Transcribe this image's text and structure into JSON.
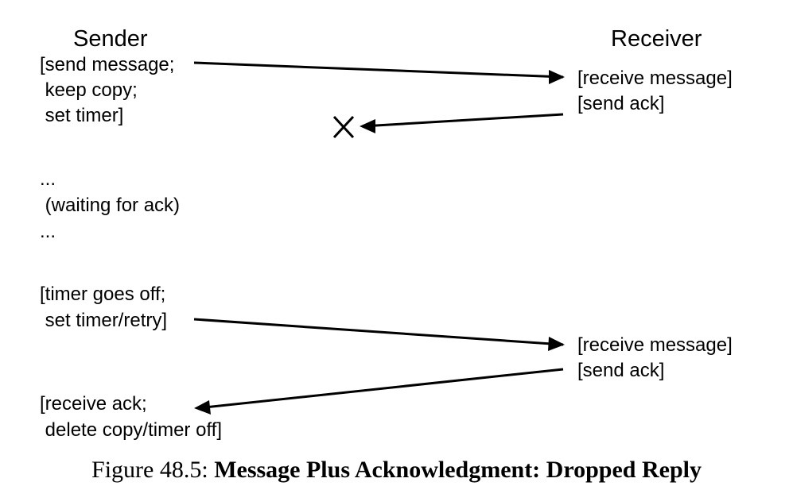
{
  "headers": {
    "sender": "Sender",
    "receiver": "Receiver"
  },
  "sender": {
    "send_block": [
      "[send message;",
      " keep copy;",
      " set timer]"
    ],
    "waiting_block": [
      "...",
      " (waiting for ack)",
      "..."
    ],
    "retry_block": [
      "[timer goes off;",
      " set timer/retry]"
    ],
    "receive_block": [
      "[receive ack;",
      " delete copy/timer off]"
    ]
  },
  "receiver": {
    "first_block": [
      "[receive message]",
      "[send ack]"
    ],
    "second_block": [
      "[receive message]",
      "[send ack]"
    ]
  },
  "caption": {
    "prefix": "Figure 48.5: ",
    "title": "Message Plus Acknowledgment: Dropped Reply"
  }
}
